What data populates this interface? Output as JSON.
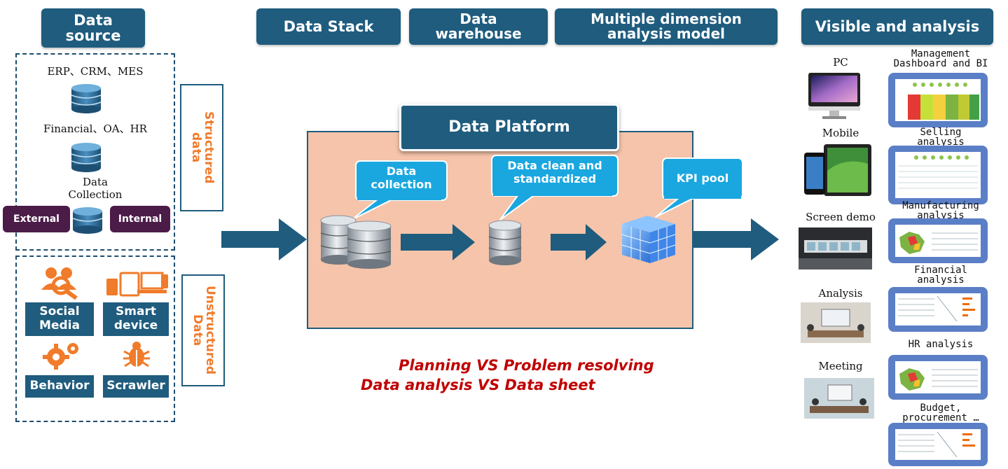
{
  "headers": {
    "data_source": "Data\nsource",
    "data_stack": "Data Stack",
    "data_warehouse": "Data\nwarehouse",
    "multi_dim": "Multiple dimension\nanalysis model",
    "visible": "Visible and analysis"
  },
  "structured": {
    "label": "Structured\ndata",
    "items": [
      "ERP、CRM、MES",
      "Financial、OA、HR",
      "Data\nCollection"
    ],
    "external": "External",
    "internal": "Internal"
  },
  "unstructured": {
    "label": "Unstructured\nData",
    "items": [
      "Social\nMedia",
      "Smart\ndevice",
      "Behavior",
      "Scrawler"
    ]
  },
  "platform": {
    "title": "Data Platform",
    "bubbles": [
      "Data\ncollection",
      "Data clean and\nstandardized",
      "KPI pool"
    ]
  },
  "slogans": [
    "Planning VS Problem resolving",
    "Data analysis VS Data sheet"
  ],
  "devices": [
    "PC",
    "Mobile",
    "Screen demo",
    "Analysis",
    "Meeting"
  ],
  "reports": [
    "Management\nDashboard and BI",
    "Selling\nanalysis",
    "Manufacturing\nanalysis",
    "Financial\nanalysis",
    "HR analysis",
    "Budget,\nprocurement …"
  ],
  "colors": {
    "navy": "#1f5c7e",
    "orange": "#f07b2a",
    "purple": "#4b1c48",
    "platform_bg": "#f5c4aa",
    "slogan_red": "#c00000",
    "bubble": "#1aa7e0"
  }
}
